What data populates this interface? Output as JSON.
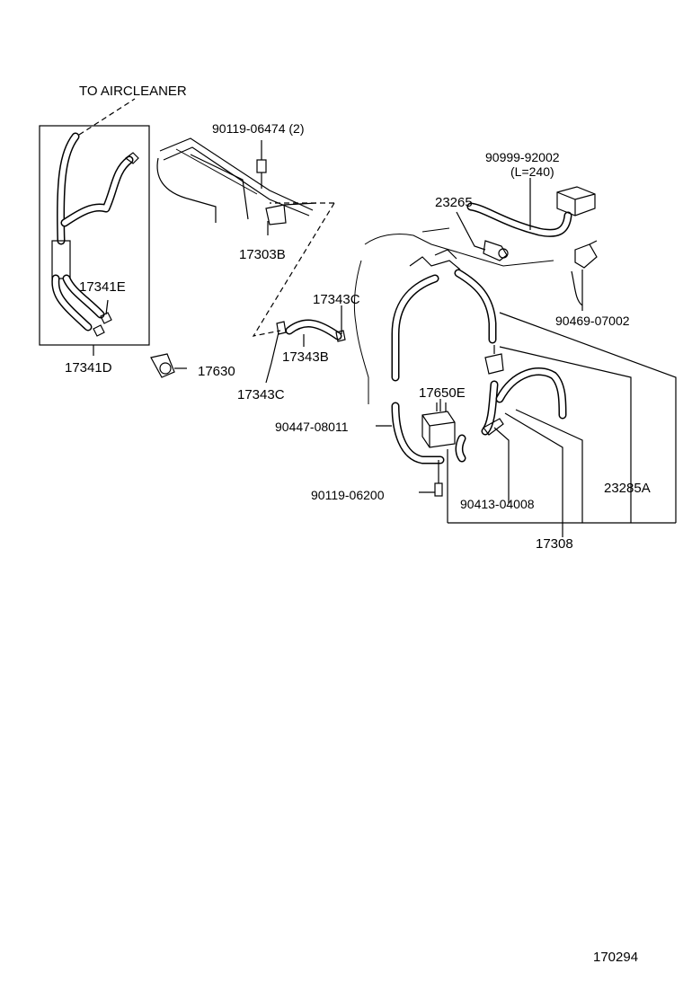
{
  "labels": {
    "to_aircleaner": "TO AIRCLEANER",
    "p_90119_06474": "90119-06474 (2)",
    "p_90999_92002": "90999-92002",
    "p_length": "(L=240)",
    "p_23265": "23265",
    "p_17303B": "17303B",
    "p_17341E": "17341E",
    "p_17343C_top": "17343C",
    "p_17343B": "17343B",
    "p_17343C_bottom": "17343C",
    "p_90469_07002": "90469-07002",
    "p_17341D": "17341D",
    "p_17630": "17630",
    "p_17650E": "17650E",
    "p_90447_08011": "90447-08011",
    "p_23285A": "23285A",
    "p_90119_06200": "90119-06200",
    "p_90413_04008": "90413-04008",
    "p_17308": "17308",
    "figure_number": "170294"
  }
}
